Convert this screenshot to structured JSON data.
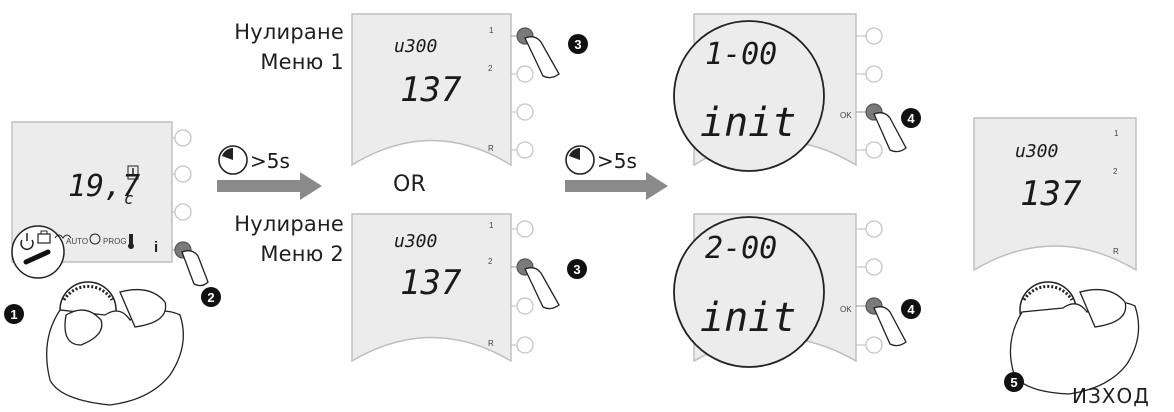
{
  "labels": {
    "reset_menu1_line1": "Нулиране",
    "reset_menu1_line2": "Меню 1",
    "reset_menu2_line1": "Нулиране",
    "reset_menu2_line2": "Меню 2",
    "or": "OR",
    "exit": "ИЗХОД",
    "hold_time_1": ">5s",
    "hold_time_2": ">5s"
  },
  "screens": {
    "initial": {
      "temperature": "19,7",
      "unit": "c",
      "mode_auto": "AUTO",
      "mode_prog": "PROG",
      "info": "i"
    },
    "menu1": {
      "code": "u300",
      "value": "137",
      "btn1": "1",
      "btn2": "2",
      "btnR": "R"
    },
    "menu2": {
      "code": "u300",
      "value": "137",
      "btn1": "1",
      "btn2": "2",
      "btnR": "R"
    },
    "init1": {
      "line1": "1-00",
      "line2": "init",
      "ok": "OK"
    },
    "init2": {
      "line1": "2-00",
      "line2": "init",
      "ok": "OK"
    },
    "final": {
      "code": "u300",
      "value": "137",
      "btn1": "1",
      "btn2": "2",
      "btnR": "R"
    }
  },
  "steps": [
    "1",
    "2",
    "3",
    "3",
    "4",
    "4",
    "5"
  ],
  "colors": {
    "arrow": "#8a8a8a",
    "device": "#bdbdbd",
    "screen_bg": "#ececec",
    "button_dark": "#7a7a7a"
  }
}
